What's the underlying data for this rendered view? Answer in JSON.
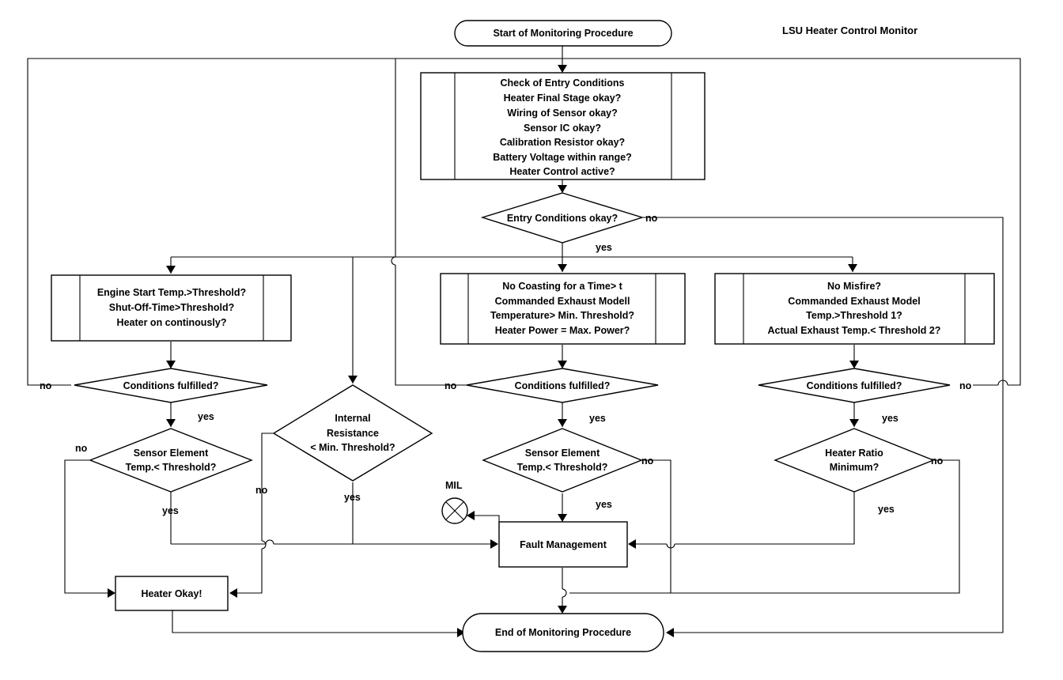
{
  "title": "LSU Heater Control Monitor",
  "terminals": {
    "start": "Start of Monitoring Procedure",
    "end": "End of Monitoring Procedure"
  },
  "entry_box": {
    "lines": [
      "Check of Entry Conditions",
      "Heater Final Stage okay?",
      "Wiring of Sensor okay?",
      "Sensor IC okay?",
      "Calibration Resistor okay?",
      "Battery Voltage within range?",
      "Heater Control active?"
    ]
  },
  "entry_decision": "Entry Conditions okay?",
  "left_box": {
    "lines": [
      "Engine Start Temp.>Threshold?",
      "Shut-Off-Time>Threshold?",
      "Heater on continously?"
    ]
  },
  "middle_box": {
    "lines": [
      "No Coasting for a Time> t",
      "Commanded Exhaust Modell",
      "Temperature> Min. Threshold?",
      "Heater Power = Max. Power?"
    ]
  },
  "right_box": {
    "lines": [
      "No Misfire?",
      "Commanded Exhaust Model",
      "Temp.>Threshold 1?",
      "Actual Exhaust Temp.< Threshold 2?"
    ]
  },
  "conditions_fulfilled": "Conditions fulfilled?",
  "sensor_element": [
    "Sensor Element",
    "Temp.< Threshold?"
  ],
  "internal_resistance": [
    "Internal",
    "Resistance",
    "< Min. Threshold?"
  ],
  "heater_ratio": [
    "Heater Ratio",
    "Minimum?"
  ],
  "fault_management": "Fault Management",
  "heater_okay": "Heater Okay!",
  "mil": "MIL",
  "labels": {
    "yes": "yes",
    "no": "no"
  }
}
